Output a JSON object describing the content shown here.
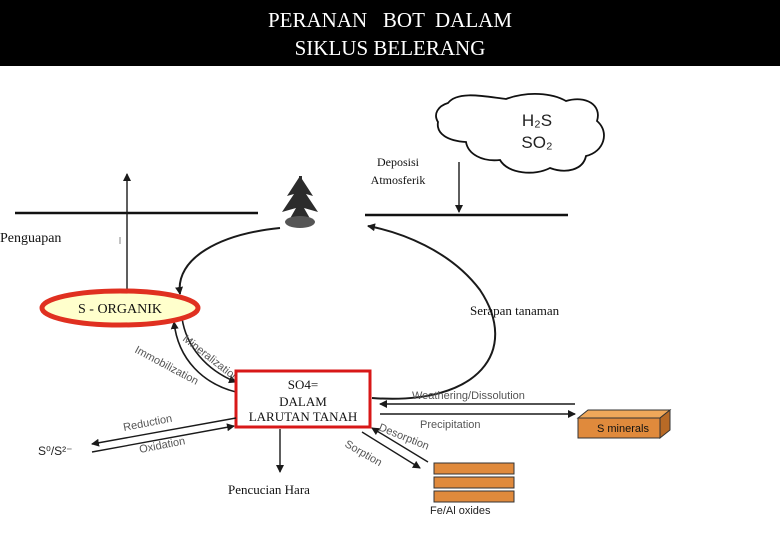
{
  "title": {
    "line1": "PERANAN   BOT  DALAM",
    "line2": "SIKLUS BELERANG"
  },
  "cloud": {
    "line1": "H₂S",
    "line2": "SO₂"
  },
  "labels": {
    "deposisi_line1": "Deposisi",
    "deposisi_line2": "Atmosferik",
    "penguapan": "Penguapan",
    "s_organik": "S - ORGANIK",
    "serapan": "Serapan  tanaman",
    "so4_line1": "SO4=",
    "so4_line2": "DALAM",
    "so4_line3": "LARUTAN TANAH",
    "mineralization": "Mineralization",
    "immobilization": "Immobilization",
    "reduction": "Reduction",
    "oxidation": "Oxidation",
    "s_species": "S⁰/S²⁻",
    "weathering": "Weathering/Dissolution",
    "precipitation": "Precipitation",
    "desorption": "Desorption",
    "sorption": "Sorption",
    "s_minerals": "S minerals",
    "fe_al": "Fe/Al oxides",
    "pencucian": "Pencucian Hara"
  },
  "colors": {
    "organik_fill": "#ffffcc",
    "organik_border": "#e03020",
    "so4_border": "#d81818",
    "box_fill": "#e08a3c",
    "arrow": "#1a1a1a"
  },
  "icons": [
    "tree-icon",
    "cloud-shape",
    "mineral-box",
    "oxide-bars"
  ]
}
